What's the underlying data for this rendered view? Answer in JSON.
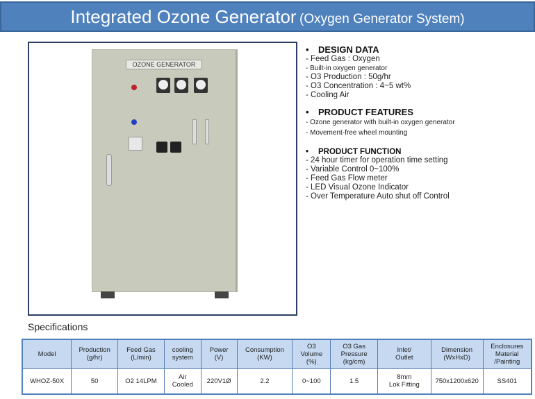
{
  "header": {
    "title": "Integrated Ozone Generator",
    "subtitle": "(Oxygen Generator System)"
  },
  "product_image": {
    "plate_text": "OZONE GENERATOR"
  },
  "design_data": {
    "heading": "DESIGN DATA",
    "items": [
      "- Feed Gas : Oxygen",
      "- Built-in oxygen generator",
      "- O3 Production : 50g/hr",
      "- O3 Concentration : 4~5 wt%",
      "- Cooling Air"
    ]
  },
  "product_features": {
    "heading": "PRODUCT FEATURES",
    "items": [
      "- Ozone generator with built-in oxygen generator",
      "- Movement-free wheel mounting"
    ]
  },
  "product_function": {
    "heading": "PRODUCT FUNCTION",
    "items": [
      "- 24 hour timer for operation time setting",
      "- Variable Control 0~100%",
      "- Feed Gas Flow meter",
      "- LED Visual Ozone Indicator",
      "- Over Temperature Auto shut off Control"
    ]
  },
  "specifications": {
    "label": "Specifications",
    "headers": [
      [
        "Model"
      ],
      [
        "Production",
        "(g/hr)"
      ],
      [
        "Feed Gas",
        "(L/min)"
      ],
      [
        "cooling",
        "system"
      ],
      [
        "Power",
        "(V)"
      ],
      [
        "Consumption",
        "(KW)"
      ],
      [
        "O3",
        "Volume",
        "(%)"
      ],
      [
        "O3 Gas",
        "Pressure",
        "(kg/cm)"
      ],
      [
        "Inlet/",
        "Outlet"
      ],
      [
        "Dimension",
        "(WxHxD)"
      ],
      [
        "Enclosures",
        "Material",
        "/Painting"
      ]
    ],
    "row": [
      [
        "WHOZ-50X"
      ],
      [
        "50"
      ],
      [
        "O2 14LPM"
      ],
      [
        "Air",
        "Cooled"
      ],
      [
        "220V1Ø"
      ],
      [
        "2.2"
      ],
      [
        "0~100"
      ],
      [
        "1.5"
      ],
      [
        "8mm",
        "Lok Fitting"
      ],
      [
        "750x1200x620"
      ],
      [
        "SS401"
      ]
    ]
  }
}
